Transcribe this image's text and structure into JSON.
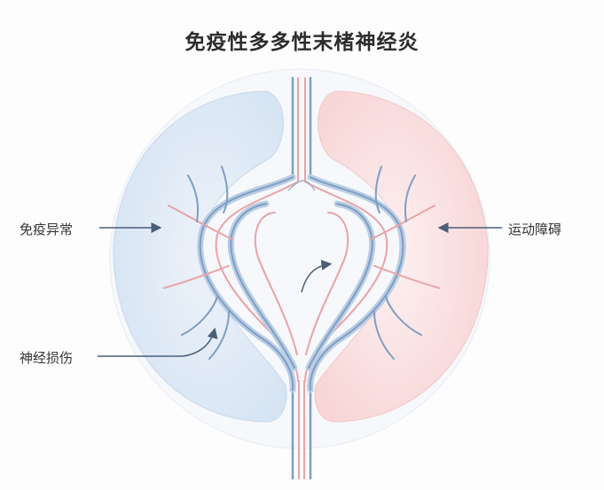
{
  "title": "免疫性多多性末楮神经炎",
  "labels": {
    "immune": "免疫异常",
    "nerve": "神经损伤",
    "motor": "运动障碍"
  },
  "colors": {
    "left_fill": "#dbe7f4",
    "right_fill": "#fbe0e0",
    "nerve_blue": "#7f9ec3",
    "nerve_red": "#e9a3a6",
    "arrow": "#4a5e78"
  }
}
